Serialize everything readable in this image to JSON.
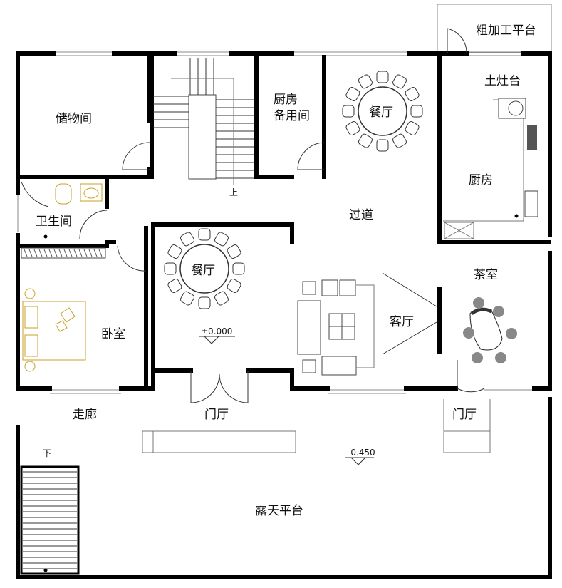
{
  "rooms": {
    "storage": "储物间",
    "kitchen_backup_1": "厨房",
    "kitchen_backup_2": "备用间",
    "dining_upper": "餐厅",
    "rough_platform": "粗加工平台",
    "stove": "土灶台",
    "kitchen": "厨房",
    "bathroom": "卫生间",
    "corridor_pass": "过道",
    "dining_lower": "餐厅",
    "bedroom": "卧室",
    "living": "客厅",
    "tea_room": "茶室",
    "hallway": "走廊",
    "foyer_left": "门厅",
    "foyer_right": "门厅",
    "terrace": "露天平台"
  },
  "stairs": {
    "up": "上",
    "down": "下"
  },
  "elevations": {
    "floor": "±0.000",
    "terrace": "-0.450"
  }
}
